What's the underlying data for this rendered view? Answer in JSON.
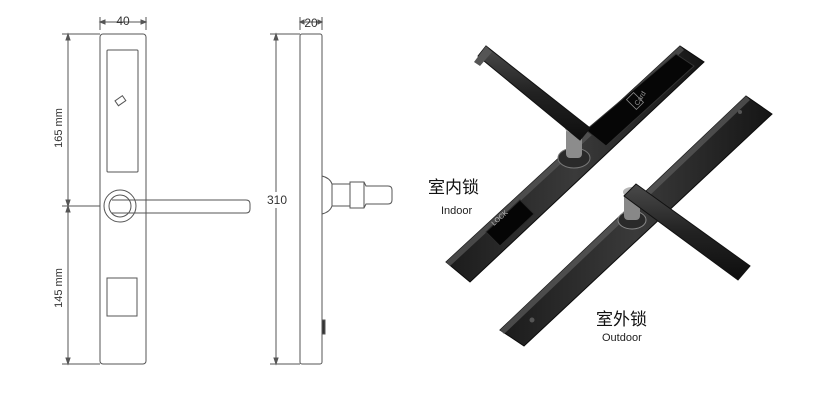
{
  "dimensions": {
    "plate_width": "40",
    "side_width": "20",
    "upper_height": "165 mm",
    "lower_height": "145 mm",
    "total_height": "310"
  },
  "labels": {
    "indoor_cn": "室内锁",
    "indoor_en": "Indoor",
    "outdoor_cn": "室外锁",
    "outdoor_en": "Outdoor",
    "lock_button": "LOCK",
    "card_area": "Card"
  }
}
